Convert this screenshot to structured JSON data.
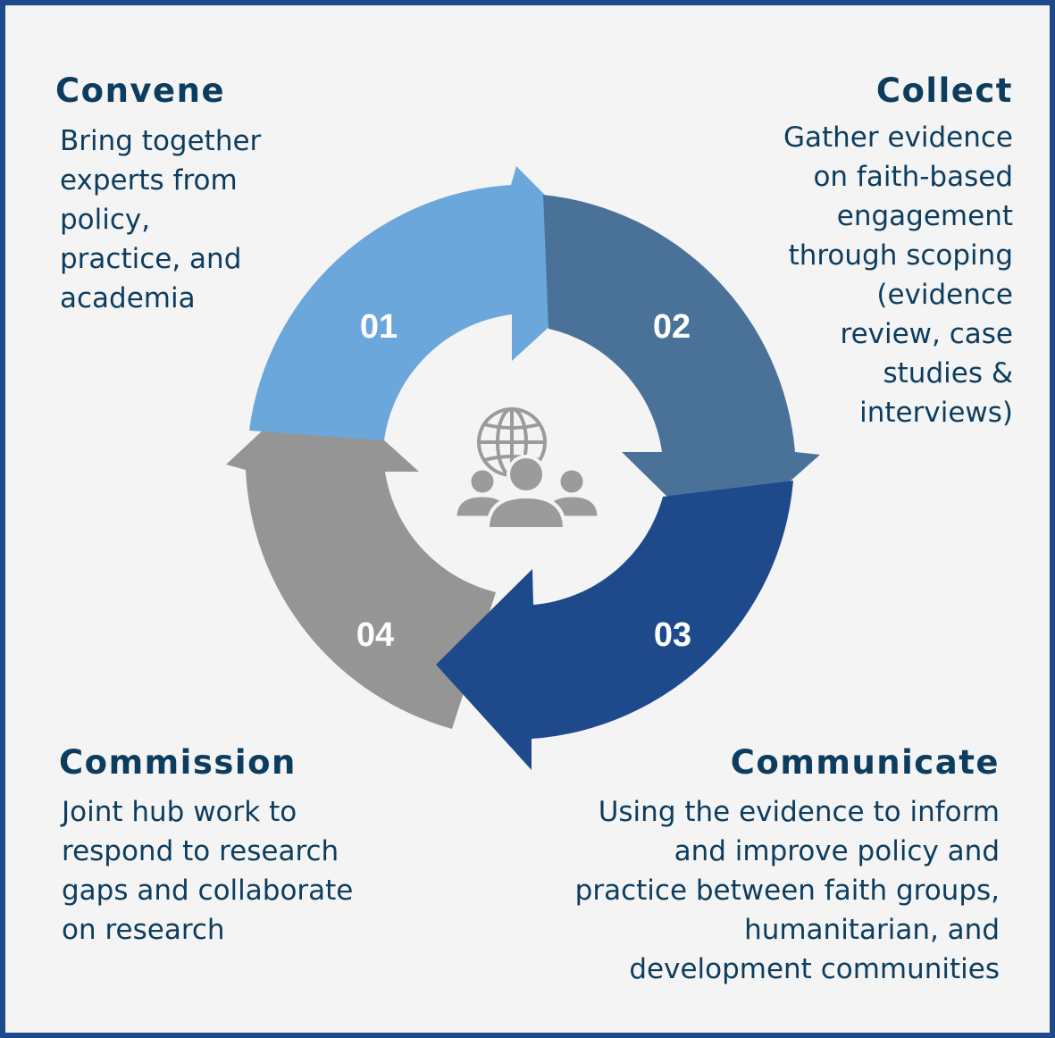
{
  "stages": {
    "convene": {
      "number": "01",
      "title": "Convene",
      "lines": [
        "Bring together",
        "experts from",
        "policy,",
        "practice, and",
        "academia"
      ],
      "color": "#6ca7db"
    },
    "collect": {
      "number": "02",
      "title": "Collect",
      "lines": [
        "Gather evidence",
        "on faith-based",
        "engagement",
        "through scoping",
        "(evidence",
        "review, case",
        "studies &",
        "interviews)"
      ],
      "color": "#4a7299"
    },
    "communicate": {
      "number": "03",
      "title": "Communicate",
      "lines": [
        "Using the evidence to inform",
        "and improve policy and",
        "practice between faith groups,",
        "humanitarian, and",
        "development communities"
      ],
      "color": "#1e4a8c"
    },
    "commission": {
      "number": "04",
      "title": "Commission",
      "lines": [
        "Joint hub work to",
        "respond to research",
        "gaps and collaborate",
        "on research"
      ],
      "color": "#959595"
    }
  },
  "center_icon": "globe-people-icon",
  "colors": {
    "border": "#1e4a8c",
    "text": "#0d3d5e",
    "background": "#f4f4f4",
    "icon": "#9b9b9b"
  }
}
